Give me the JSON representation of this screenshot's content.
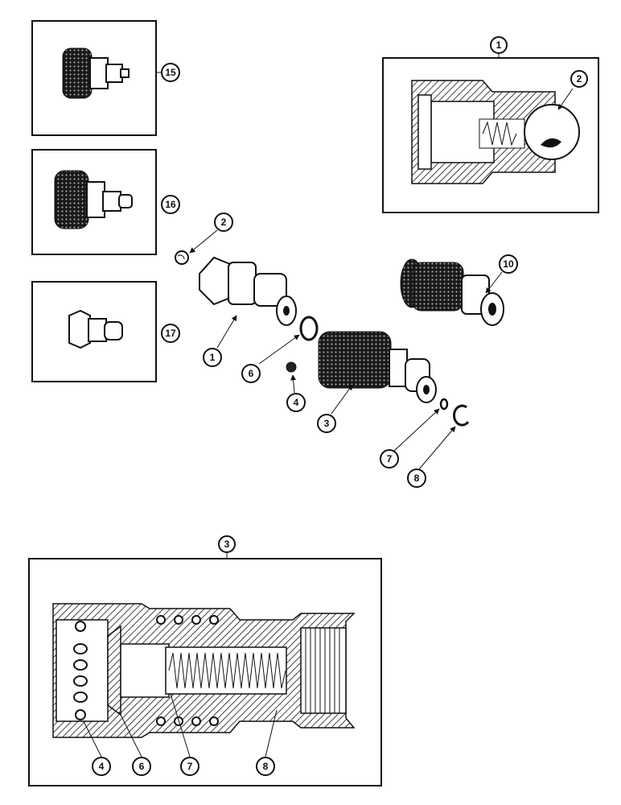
{
  "callouts": {
    "detail_1_title": "1",
    "detail_1_ball": "2",
    "inset_15": "15",
    "inset_16": "16",
    "inset_17": "17",
    "part_2": "2",
    "part_1": "1",
    "part_6": "6",
    "part_4": "4",
    "part_3": "3",
    "part_10": "10",
    "part_7": "7",
    "part_8": "8",
    "detail_3_title": "3",
    "detail_3_4": "4",
    "detail_3_6": "6",
    "detail_3_7": "7",
    "detail_3_8": "8"
  }
}
